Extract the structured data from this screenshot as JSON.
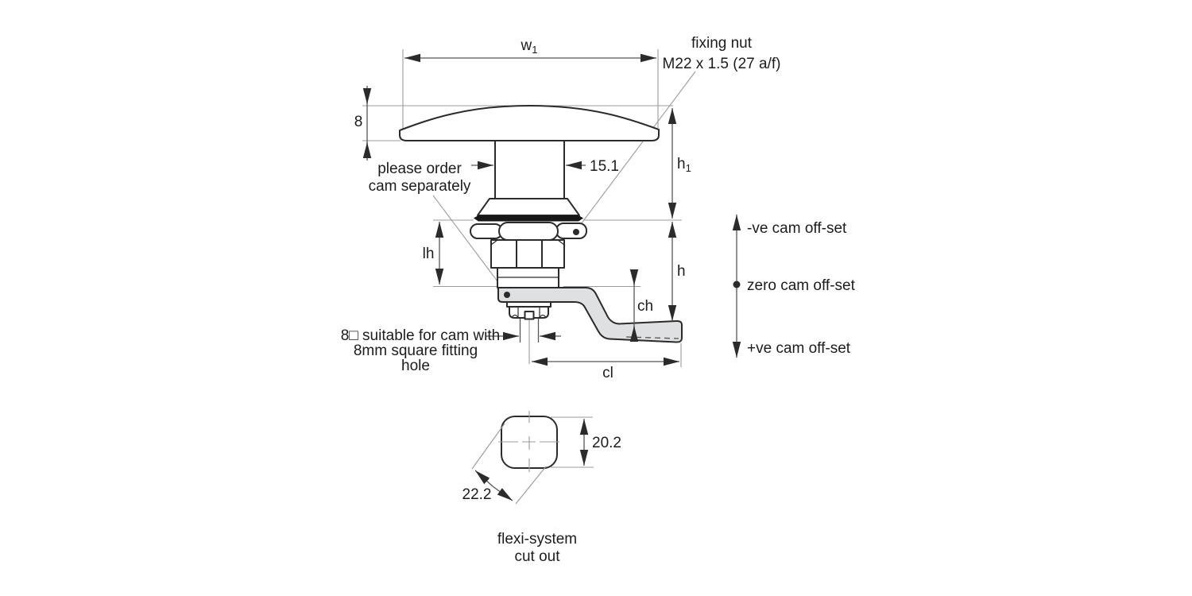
{
  "drawing": {
    "dims": {
      "w1": {
        "base": "w",
        "sub": "1"
      },
      "h1": {
        "base": "h",
        "sub": "1"
      },
      "cap_thickness": "8",
      "stem_width": "15.1",
      "lock_height": "lh",
      "height": "h",
      "cam_offset_height": "ch",
      "cam_length": "cl",
      "cutout_height": "20.2",
      "cutout_diagonal": "22.2"
    },
    "notes": {
      "fixing_nut_1": "fixing nut",
      "fixing_nut_2": "M22 x 1.5 (27 a/f)",
      "order_cam_1": "please order",
      "order_cam_2": "cam separately",
      "square_1": "8□ suitable for cam with",
      "square_2": "8mm square fitting",
      "square_3": "hole",
      "cutout_caption_1": "flexi-system",
      "cutout_caption_2": "cut out"
    },
    "legend": {
      "negative": "-ve cam off-set",
      "zero": "zero cam off-set",
      "positive": "+ve cam off-set"
    },
    "colors": {
      "outline": "#2b2b2b",
      "dimension": "#565656",
      "extension": "#9b9b9b",
      "cam_fill": "#dfe0e2",
      "seal_fill": "#171717",
      "text_color": "#1c1c1c",
      "background": "#ffffff"
    }
  }
}
